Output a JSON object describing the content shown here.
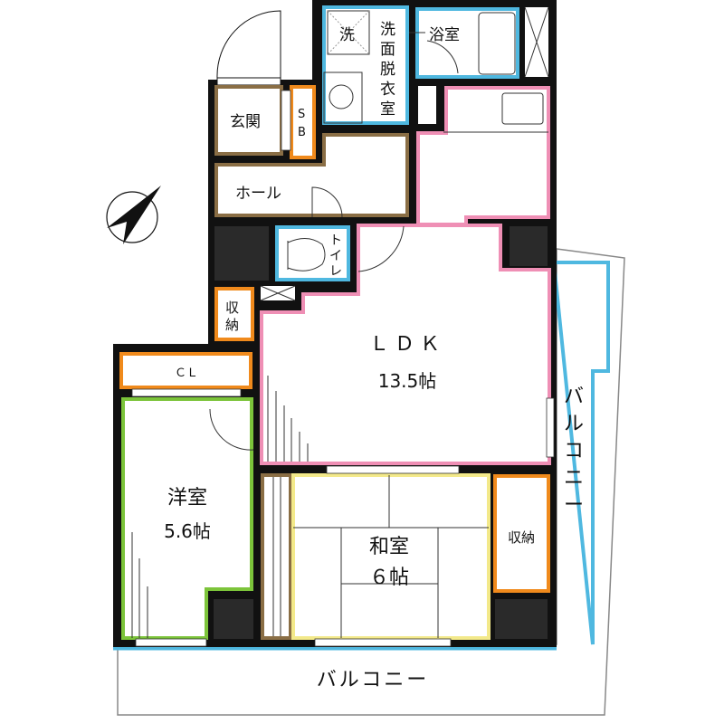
{
  "colors": {
    "wall": "#111111",
    "wet_area": "#4fb8e0",
    "entrance": "#8a6e45",
    "storage": "#f08a1c",
    "ldk": "#ef8fb5",
    "western_room": "#7cc43a",
    "japanese_room": "#f3e98a",
    "balcony": "#4fb8e0"
  },
  "compass": {
    "icon": "north-arrow-icon"
  },
  "rooms": {
    "washer": "洗",
    "washroom": [
      "洗",
      "面",
      "脱",
      "衣",
      "室"
    ],
    "bathroom": "浴室",
    "entrance": "玄関",
    "shoe_box": [
      "S",
      "B"
    ],
    "hall": "ホール",
    "toilet": [
      "ト",
      "イ",
      "レ"
    ],
    "storage_small": [
      "収",
      "納"
    ],
    "ldk_name": "ＬＤＫ",
    "ldk_size": "13.5帖",
    "closet": "ＣＬ",
    "western_name": "洋室",
    "western_size": "5.6帖",
    "japanese_name": "和室",
    "japanese_size": "６帖",
    "japanese_storage": "収納",
    "balcony_right": [
      "バ",
      "ル",
      "コ",
      "ニ",
      "ー"
    ],
    "balcony_bottom": "バルコニー"
  }
}
